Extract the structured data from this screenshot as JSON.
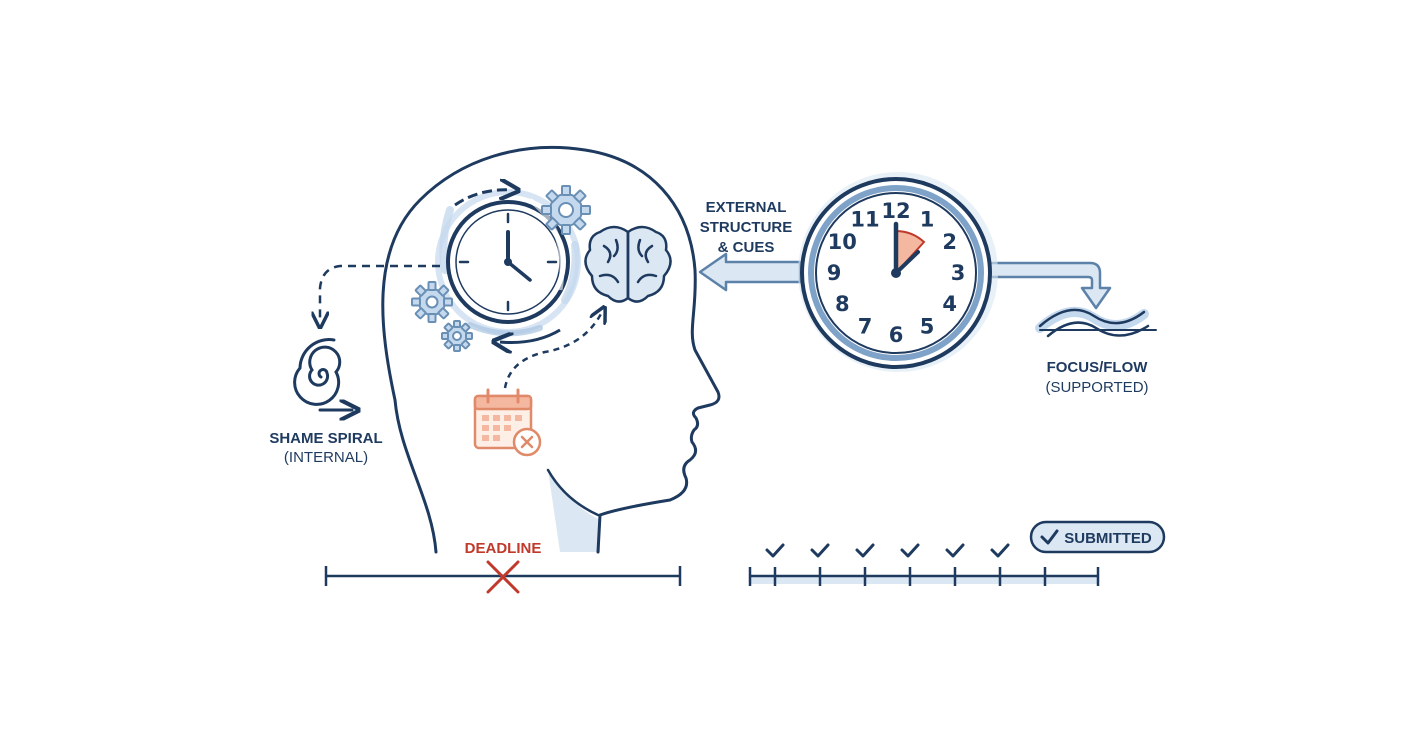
{
  "labels": {
    "external_line1": "EXTERNAL",
    "external_line2": "STRUCTURE",
    "external_line3": "& CUES",
    "shame_line1": "SHAME SPIRAL",
    "shame_line2": "(INTERNAL)",
    "focus_line1": "FOCUS/FLOW",
    "focus_line2": "(SUPPORTED)",
    "deadline": "DEADLINE",
    "submitted": "SUBMITTED"
  },
  "clock": {
    "numbers": [
      "12",
      "1",
      "2",
      "3",
      "4",
      "5",
      "6",
      "7",
      "8",
      "9",
      "10",
      "11"
    ],
    "time_shown": "12:05"
  },
  "timeline_right": {
    "checkmarks": 6,
    "status": "SUBMITTED"
  },
  "icons": {
    "head": "head-profile-icon",
    "inner_clock": "blurred-clock-icon",
    "brain": "brain-icon",
    "gears": "gear-icon",
    "calendar": "calendar-missed-icon",
    "spiral": "spiral-icon",
    "wave": "wave-icon",
    "checkmark": "checkmark-icon",
    "deadline_x": "x-mark-icon"
  },
  "colors": {
    "navy": "#1e3a5f",
    "light_blue": "#c5d9ee",
    "accent_red": "#c0392b",
    "salmon": "#e08a6a",
    "salmon_fill": "#f4b8a0"
  }
}
